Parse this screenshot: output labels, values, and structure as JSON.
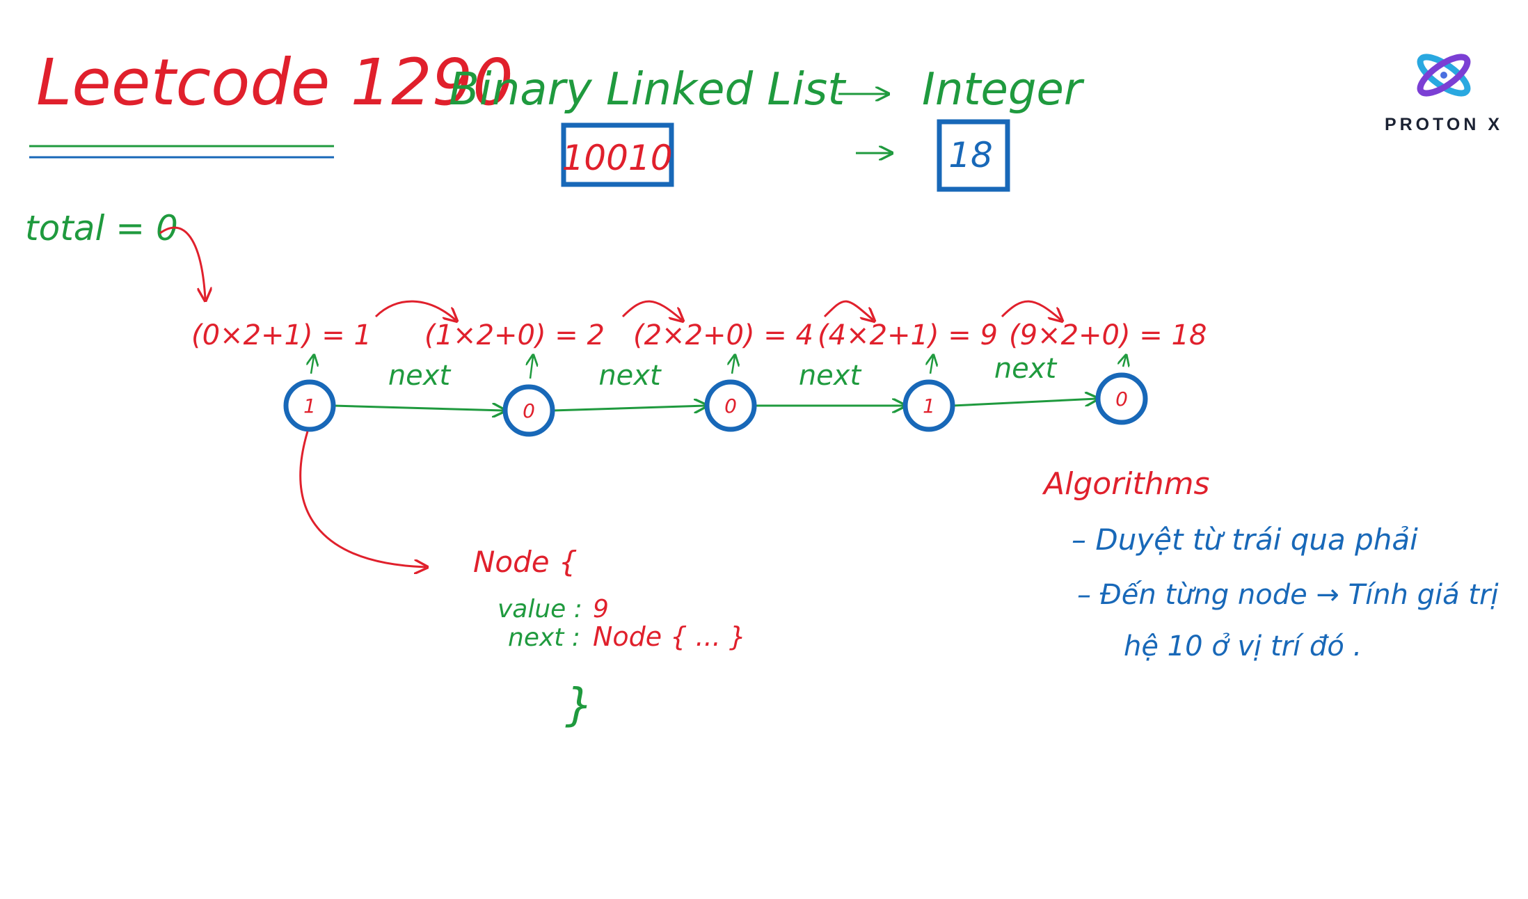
{
  "title": "Leetcode 1290",
  "header": {
    "left_label": "Binary Linked List",
    "right_label": "Integer",
    "input_value": "10010",
    "output_value": "18"
  },
  "brand": {
    "name": "PROTON X",
    "logo_icon": "proton-x-logo-icon"
  },
  "total_init": "total = 0",
  "linked_list": {
    "nodes": [
      "1",
      "0",
      "0",
      "1",
      "0"
    ],
    "edge_label": "next",
    "computations": [
      "(0×2+1) = 1",
      "(1×2+0) = 2",
      "(2×2+0) = 4",
      "(4×2+1) = 9",
      "(9×2+0) = 18"
    ]
  },
  "node_struct": {
    "header": "Node {",
    "value_key": "value :",
    "value_val": "9",
    "next_key": "next :",
    "next_val": "Node { ... }",
    "close": "}"
  },
  "algorithm": {
    "title": "Algorithms",
    "steps": [
      "– Duyệt từ trái qua phải",
      "– Đến từng node → Tính giá trị",
      "hệ 10 ở vị trí đó ."
    ]
  },
  "colors": {
    "red": "#e0202c",
    "green": "#1f9a3e",
    "blue": "#1868b8"
  }
}
